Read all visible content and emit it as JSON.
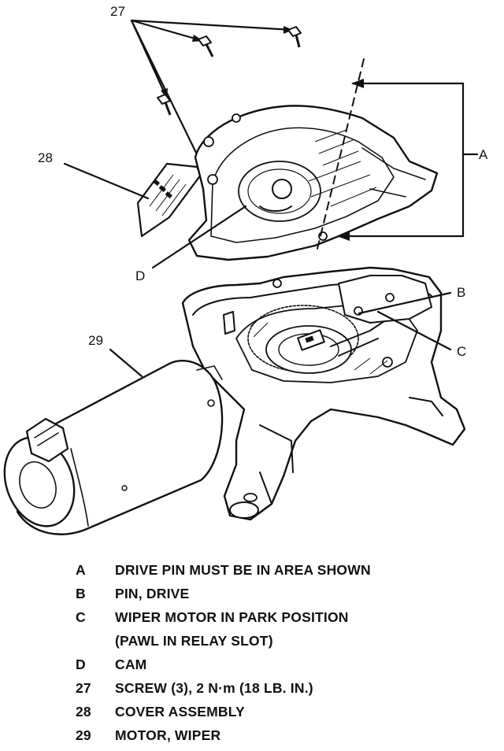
{
  "callouts": {
    "c27": "27",
    "c28": "28",
    "cA": "A",
    "cD": "D",
    "cB": "B",
    "cC": "C",
    "c29": "29"
  },
  "legend": [
    {
      "key": "A",
      "text": "DRIVE PIN MUST BE IN AREA SHOWN"
    },
    {
      "key": "B",
      "text": "PIN, DRIVE"
    },
    {
      "key": "C",
      "text": "WIPER MOTOR IN PARK POSITION"
    },
    {
      "key": "",
      "text": "(PAWL IN RELAY SLOT)"
    },
    {
      "key": "D",
      "text": "CAM"
    },
    {
      "key": "27",
      "text": "SCREW (3), 2 N·m (18 LB. IN.)"
    },
    {
      "key": "28",
      "text": "COVER ASSEMBLY"
    },
    {
      "key": "29",
      "text": "MOTOR, WIPER"
    }
  ]
}
